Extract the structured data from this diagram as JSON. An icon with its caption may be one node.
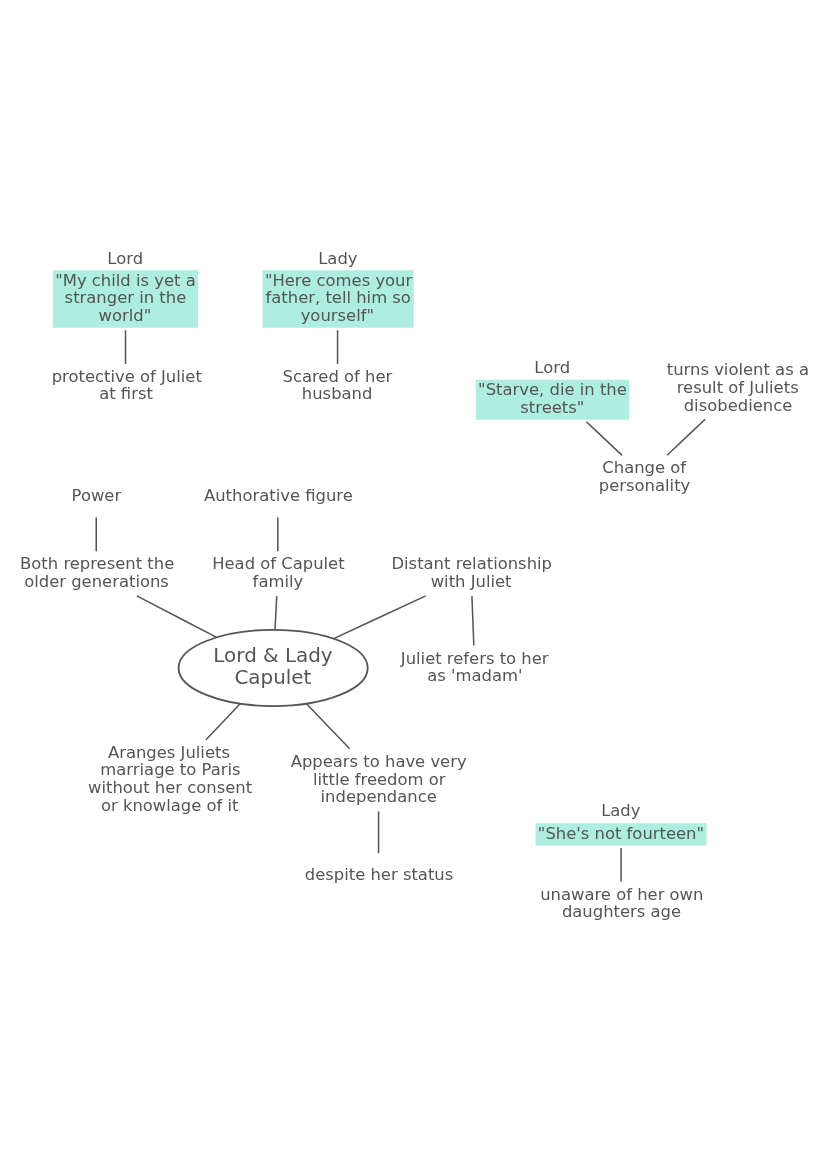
{
  "diagram": {
    "nodes": [
      {
        "text": [
          "Lady",
          "\"She's not fourteen\""
        ]
      },
      {
        "text": [
          "Power"
        ]
      },
      {
        "text": [
          "unaware of her own daughters age"
        ]
      },
      {
        "text": [
          "Authorative figure"
        ]
      },
      {
        "text": [
          "Both represent the older generations"
        ]
      },
      {
        "text": [
          "Head of Capulet family"
        ]
      },
      {
        "text": [
          "Lady",
          "\"Here comes your father, tell him so yourself\""
        ]
      },
      {
        "text": [
          "Distant relationship with Juliet"
        ]
      },
      {
        "text": [
          "Lord & Lady Capulet"
        ]
      },
      {
        "text": [
          "Scared of her husband"
        ]
      },
      {
        "text": [
          "Juliet refers to her as 'madam'"
        ]
      },
      {
        "text": [
          "Aranges Juliets marriage to Paris without her consent or knowlage of it"
        ]
      },
      {
        "text": [
          "Appears to have very little freedom or independance"
        ]
      },
      {
        "text": [
          "Lord",
          "\"My child is yet a stranger in the world\""
        ]
      },
      {
        "text": [
          "despite her status"
        ]
      },
      {
        "text": [
          "protective of Juliet at first"
        ]
      },
      {
        "text": [
          "Lord",
          "\"Starve, die in the streets\""
        ]
      },
      {
        "text": [
          "Change of personality"
        ]
      },
      {
        "text": [
          "turns violent as a result of Juliets disobedience"
        ]
      }
    ],
    "edges": [
      {
        "from": 0,
        "to": 2,
        "arrow": "none"
      },
      {
        "from": 1,
        "to": 4,
        "arrow": "none"
      },
      {
        "from": 3,
        "to": 5,
        "arrow": "none"
      },
      {
        "from": 5,
        "to": 8,
        "arrow": "none"
      },
      {
        "from": 4,
        "to": 8,
        "arrow": "none"
      },
      {
        "from": 7,
        "to": 8,
        "arrow": "none"
      },
      {
        "from": 6,
        "to": 9,
        "arrow": "none"
      },
      {
        "from": 7,
        "to": 10,
        "arrow": "none"
      },
      {
        "from": 8,
        "to": 11,
        "arrow": "none"
      },
      {
        "from": 8,
        "to": 12,
        "arrow": "none"
      },
      {
        "from": 12,
        "to": 14,
        "arrow": "none"
      },
      {
        "from": 13,
        "to": 15,
        "arrow": "none"
      },
      {
        "from": 16,
        "to": 17,
        "arrow": "none"
      },
      {
        "from": 18,
        "to": 17,
        "arrow": "none"
      }
    ]
  }
}
